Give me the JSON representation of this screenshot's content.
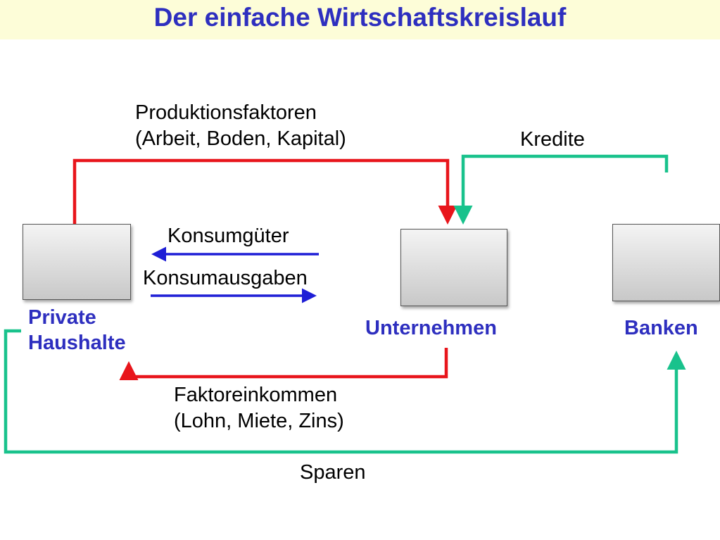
{
  "title": "Der einfache Wirtschaftskreislauf",
  "entities": {
    "haushalte": [
      "Private",
      "Haushalte"
    ],
    "unternehmen": "Unternehmen",
    "banken": "Banken"
  },
  "flows": {
    "produktionsfaktoren": [
      "Produktionsfaktoren",
      "(Arbeit, Boden, Kapital)"
    ],
    "kredite": "Kredite",
    "konsumgueter": "Konsumgüter",
    "konsumausgaben": "Konsumausgaben",
    "faktoreinkommen": [
      "Faktoreinkommen",
      "(Lohn, Miete, Zins)"
    ],
    "sparen": "Sparen"
  },
  "colors": {
    "title": "#2e2fbf",
    "title_background": "#fdfdd8",
    "entity_label": "#2e2fbf",
    "red_flow": "#e8151b",
    "green_flow": "#19c28c",
    "blue_flow": "#1e1ed6"
  }
}
